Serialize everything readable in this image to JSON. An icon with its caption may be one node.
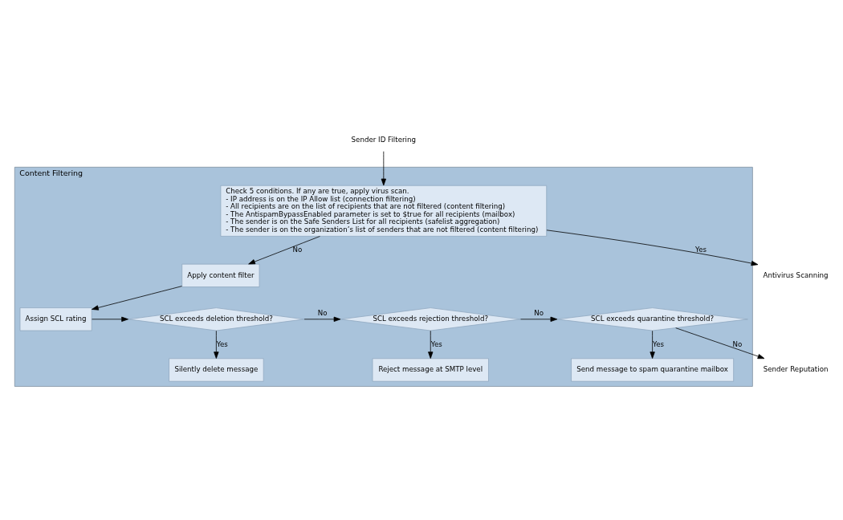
{
  "diagram": {
    "nodes": [
      {
        "text": [
          "Sender ID Filtering"
        ]
      },
      {
        "text": [
          "Content Filtering"
        ]
      },
      {
        "text": [
          "Check 5 conditions. If any are true, apply virus scan.",
          "- IP address is on the IP Allow list (connection filtering)",
          "- All recipients are on the list of recipients that are not filtered (content filtering)",
          "- The AntispamBypassEnabled parameter is set to $true for all recipients (mailbox)",
          "- The sender is on the Safe Senders List for all recipients (safelist aggregation)",
          "- The sender is on the organization’s list of senders that are not filtered (content filtering)"
        ],
        "in": 1
      },
      {
        "text": [
          "Apply content filter"
        ],
        "in": 1
      },
      {
        "text": [
          "Assign SCL rating"
        ],
        "in": 1
      },
      {
        "text": [
          "SCL exceeds deletion threshold?"
        ],
        "in": 1
      },
      {
        "text": [
          "Silently delete message"
        ],
        "in": 1
      },
      {
        "text": [
          "SCL exceeds rejection threshold?"
        ],
        "in": 1
      },
      {
        "text": [
          "Reject message at SMTP level"
        ],
        "in": 1
      },
      {
        "text": [
          "SCL exceeds quarantine threshold?"
        ],
        "in": 1
      },
      {
        "text": [
          "Send message to spam quarantine mailbox"
        ],
        "in": 1
      },
      {
        "text": [
          "Sender Reputation"
        ]
      },
      {
        "text": [
          "Antivirus Scanning"
        ]
      }
    ],
    "edges": [
      {
        "from": 0,
        "to": 2,
        "arrow": "to"
      },
      {
        "from": 2,
        "to": 12,
        "arrow": "to",
        "label": "Yes"
      },
      {
        "from": 2,
        "to": 3,
        "arrow": "to",
        "label": "No"
      },
      {
        "from": 3,
        "to": 4,
        "arrow": "to"
      },
      {
        "from": 4,
        "to": 5,
        "arrow": "to"
      },
      {
        "from": 5,
        "to": 6,
        "arrow": "to",
        "label": "Yes"
      },
      {
        "from": 5,
        "to": 7,
        "arrow": "to",
        "label": "No"
      },
      {
        "from": 7,
        "to": 8,
        "arrow": "to",
        "label": "Yes"
      },
      {
        "from": 7,
        "to": 9,
        "arrow": "to",
        "label": "No"
      },
      {
        "from": 9,
        "to": 10,
        "arrow": "to",
        "label": "Yes"
      },
      {
        "from": 9,
        "to": 11,
        "arrow": "to",
        "label": "No"
      }
    ]
  }
}
